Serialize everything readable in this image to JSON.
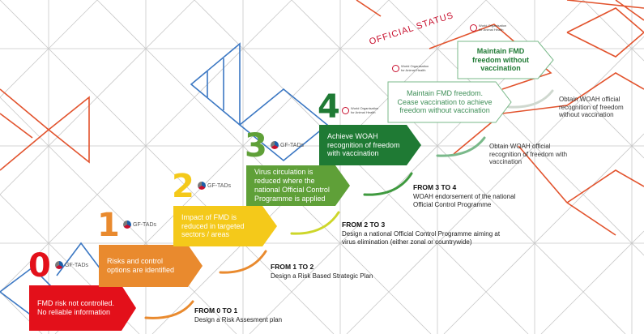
{
  "official_status": "OFFICIAL STATUS",
  "gf_tads": "GF-TADs",
  "stages": [
    {
      "num": "0",
      "text": "FMD risk not controlled. No reliable information",
      "color": "#e3101a",
      "num_color": "#e3101a"
    },
    {
      "num": "1",
      "text": "Risks and control options are identified",
      "color": "#e98a2e",
      "num_color": "#e98a2e"
    },
    {
      "num": "2",
      "text": "Impact of FMD is reduced in targeted sectors / areas",
      "color": "#f4c91a",
      "num_color": "#f4c91a"
    },
    {
      "num": "3",
      "text": "Virus circulation is reduced where the national Official Control Programme is applied",
      "color": "#5fa038",
      "num_color": "#5fa038"
    },
    {
      "num": "4",
      "text": "Achieve WOAH recognition of freedom with vaccination",
      "color": "#1f7a34",
      "num_color": "#1f7a34"
    }
  ],
  "maintain_cease": "Maintain FMD freedom. Cease vaccination to achieve freedom without vaccination",
  "maintain_final": "Maintain FMD freedom without vaccination",
  "steps": [
    {
      "title": "FROM 0 TO 1",
      "desc": "Design a Risk Assesment plan"
    },
    {
      "title": "FROM 1 TO 2",
      "desc": "Design a Risk Based Strategic Plan"
    },
    {
      "title": "FROM 2 TO 3",
      "desc": "Design a national Official Control Programme aiming at virus elimination (either zonal or countrywide)"
    },
    {
      "title": "FROM 3 TO 4",
      "desc": "WOAH endorsement of the national Official Control Programme"
    }
  ],
  "outcomes": {
    "with_vaccination": "Obtain WOAH official recognition of freedom with vaccination",
    "without_vaccination": "Obtain WOAH official recognition of freedom without vaccination"
  },
  "woah_label": "World Organisation for Animal Health"
}
